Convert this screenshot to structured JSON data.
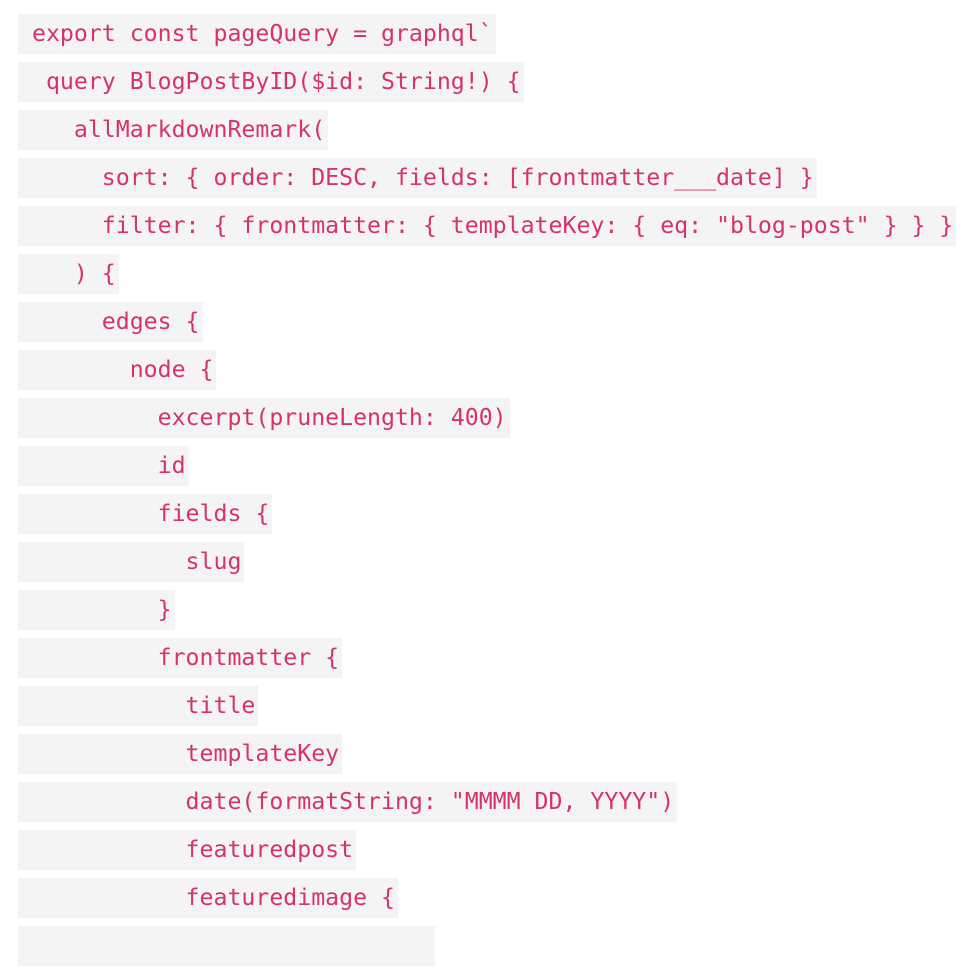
{
  "code_lines": [
    "export const pageQuery = graphql`",
    " query BlogPostByID($id: String!) {",
    "   allMarkdownRemark(",
    "     sort: { order: DESC, fields: [frontmatter___date] }",
    "     filter: { frontmatter: { templateKey: { eq: \"blog-post\" } } }",
    "   ) {",
    "     edges {",
    "       node {",
    "         excerpt(pruneLength: 400)",
    "         id",
    "         fields {",
    "           slug",
    "         }",
    "         frontmatter {",
    "           title",
    "           templateKey",
    "           date(formatString: \"MMMM DD, YYYY\")",
    "           featuredpost",
    "           featuredimage {"
  ],
  "colors": {
    "text": "#d6336c",
    "line_background": "#f4f4f5"
  }
}
